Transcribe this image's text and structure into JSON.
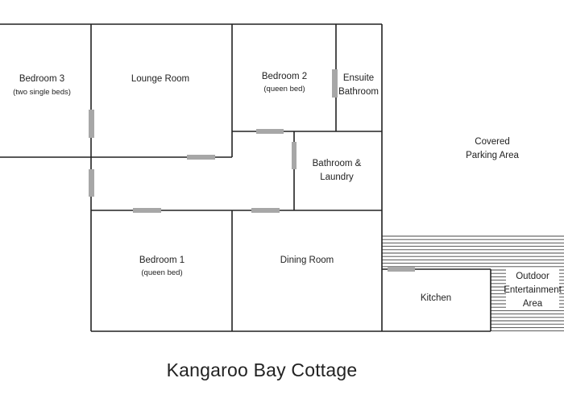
{
  "title": "Kangaroo Bay Cottage",
  "rooms": {
    "bedroom3": {
      "name": "Bedroom 3",
      "note": "(two single beds)"
    },
    "lounge": {
      "name": "Lounge Room"
    },
    "bedroom2": {
      "name": "Bedroom 2",
      "note": "(queen bed)"
    },
    "ensuite": {
      "line1": "Ensuite",
      "line2": "Bathroom"
    },
    "bathroom_laundry": {
      "line1": "Bathroom &",
      "line2": "Laundry"
    },
    "covered_parking": {
      "line1": "Covered",
      "line2": "Parking Area"
    },
    "bedroom1": {
      "name": "Bedroom 1",
      "note": "(queen bed)"
    },
    "dining": {
      "name": "Dining Room"
    },
    "kitchen": {
      "name": "Kitchen"
    },
    "outdoor": {
      "line1": "Outdoor",
      "line2": "Entertainment",
      "line3": "Area"
    }
  },
  "colors": {
    "wall": "#222222",
    "door": "#a7a7a7",
    "background": "#ffffff"
  }
}
